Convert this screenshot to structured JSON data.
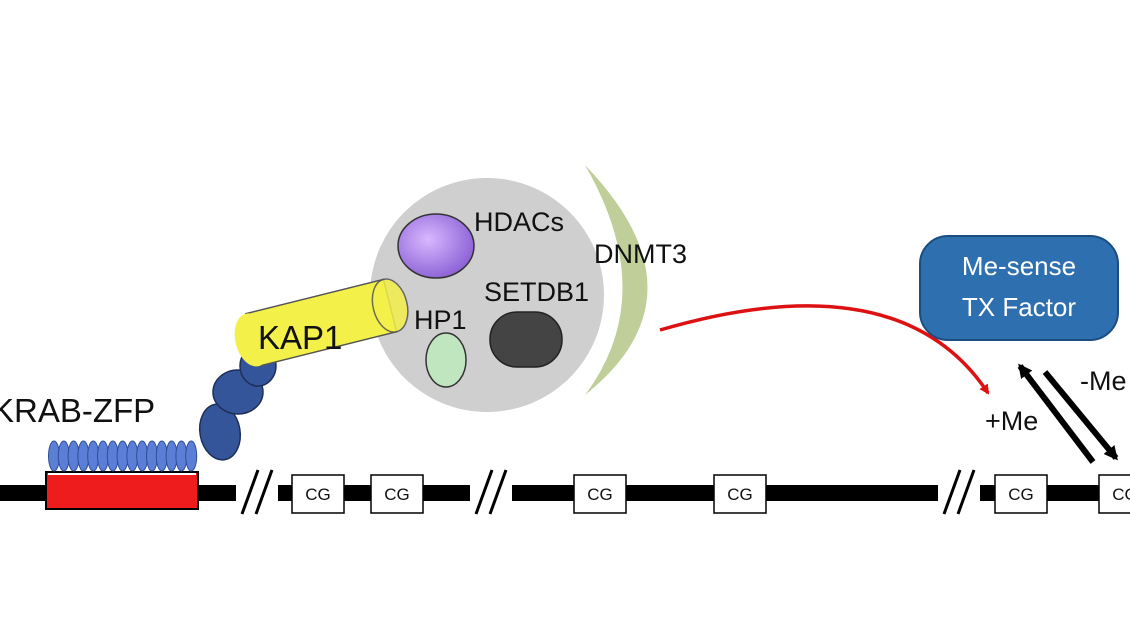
{
  "labels": {
    "krab_zfp": "KRAB-ZFP",
    "kap1": "KAP1",
    "hdacs": "HDACs",
    "dnmt3": "DNMT3",
    "setdb1": "SETDB1",
    "hp1": "HP1",
    "tf_line1": "Me-sense",
    "tf_line2": "TX Factor",
    "plus_me": "+Me",
    "minus_me": "-Me"
  },
  "cg_sites": [
    "CG",
    "CG",
    "CG",
    "CG",
    "CG",
    "CG"
  ],
  "colors": {
    "dna": "#000000",
    "krab_box": "#ee1c1c",
    "zinc_fingers": "#5b7fd6",
    "krab_chain": "#34559a",
    "kap1": "#f3f04a",
    "complex": "#cfcfcf",
    "hdacs": "#9b6de0",
    "hp1": "#bfe6bf",
    "setdb1": "#444444",
    "dnmt3": "#b9c98f",
    "arrow_red": "#dd1111",
    "tf_box": "#2e6fb0"
  }
}
